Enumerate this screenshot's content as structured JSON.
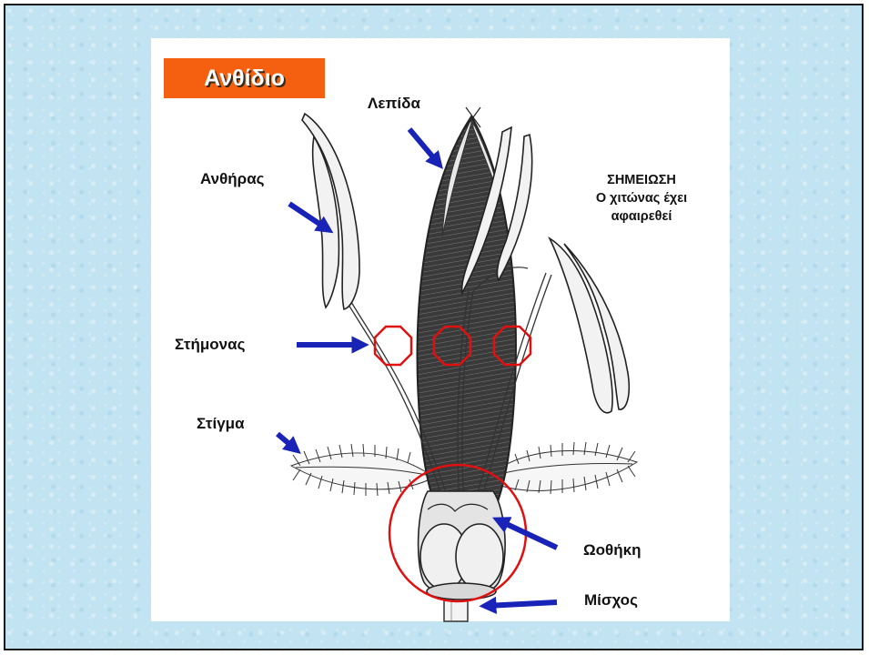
{
  "title": "Ανθίδιο",
  "labels": {
    "lepida": "Λεπίδα",
    "anthiras": "Ανθήρας",
    "stimonas": "Στήμονας",
    "stigma": "Στίγμα",
    "oothiki": "Ωοθήκη",
    "mischos": "Μίσχος"
  },
  "note": {
    "line1": "ΣΗΜΕΙΩΣΗ",
    "line2": "Ο χιτώνας έχει",
    "line3": "αφαιρεθεί"
  },
  "colors": {
    "background": "#c2e3f1",
    "title_box": "#f4600f",
    "arrow": "#1a23b8",
    "highlight": "#e01010"
  }
}
